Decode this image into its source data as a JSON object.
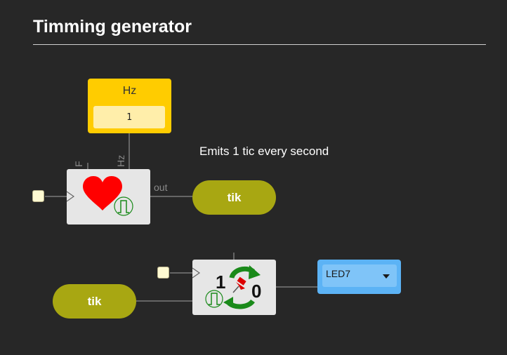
{
  "page": {
    "title": "Timming generator"
  },
  "hz_block": {
    "label": "Hz",
    "value": "1"
  },
  "caption": "Emits 1 tic every second",
  "heart_block": {
    "port_f": "F",
    "port_hz": "Hz",
    "port_out": "out",
    "icons": [
      "heart-icon",
      "pulse-icon"
    ]
  },
  "output_pill": {
    "label": "tik"
  },
  "input_pill": {
    "label": "tik"
  },
  "toggle_block": {
    "left_digit": "1",
    "right_digit": "0",
    "icons": [
      "cycle-arrows-icon",
      "pushpin-icon",
      "pulse-icon"
    ]
  },
  "led_select": {
    "value": "LED7"
  },
  "colors": {
    "background": "#272727",
    "hz_block": "#ffcc00",
    "pill": "#a8a712",
    "led_block": "#5cb3f5",
    "heart": "#ff0000",
    "arrows": "#1a8a1a"
  }
}
